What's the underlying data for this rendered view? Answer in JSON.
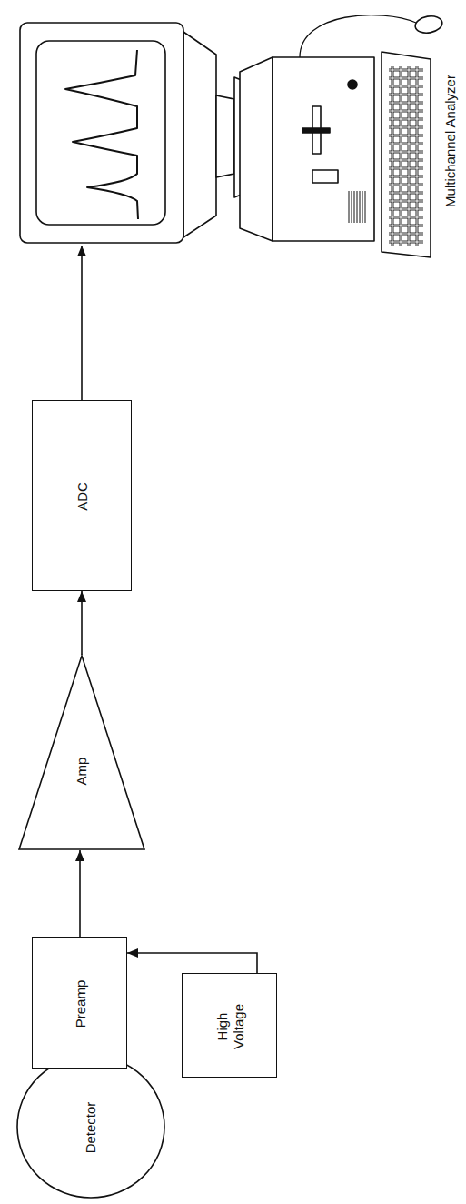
{
  "diagram": {
    "nodes": [
      {
        "text": [
          "Detector"
        ]
      },
      {
        "text": [
          "Preamp"
        ]
      },
      {
        "text": [
          "High Voltage"
        ]
      },
      {
        "text": [
          "Amp"
        ]
      },
      {
        "text": [
          "ADC"
        ]
      },
      {
        "text": [
          "Multichannel Analyzer"
        ]
      }
    ],
    "edges": [
      {
        "from": 1,
        "to": 3,
        "arrow": "to"
      },
      {
        "from": 3,
        "to": 4,
        "arrow": "to"
      },
      {
        "from": 4,
        "to": 5,
        "arrow": "to"
      },
      {
        "from": 2,
        "to": 1,
        "arrow": "to"
      }
    ]
  }
}
